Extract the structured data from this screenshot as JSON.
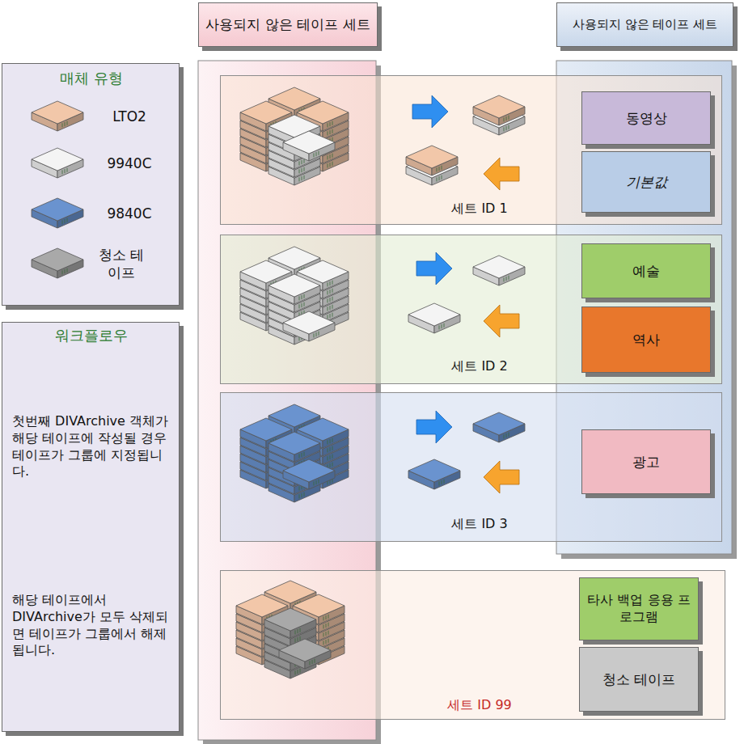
{
  "diagram": {
    "nodes": [
      {
        "text": [
          "매체 유형"
        ]
      },
      {
        "text": [
          "워크플로우",
          "첫번째 DIVArchive 객체가 해당 테이프에 작성될 경우 테이프가 그룹에 지정됩니다.",
          "해당 테이프에서 DIVArchive가 모두 삭제되면 테이프가 그룹에서 해제됩니다."
        ]
      },
      {
        "text": [
          "사용되지 않은 테이프 세트"
        ]
      },
      {
        "text": [
          "사용되지 않은 테이프 세트"
        ]
      },
      {
        "text": [
          "세트 ID 1"
        ]
      },
      {
        "text": [
          "동영상"
        ],
        "in": 4
      },
      {
        "text": [
          "기본값"
        ],
        "in": 4
      },
      {
        "text": [
          "세트 ID 2"
        ]
      },
      {
        "text": [
          "예술"
        ],
        "in": 7
      },
      {
        "text": [
          "역사"
        ],
        "in": 7
      },
      {
        "text": [
          "세트 ID 3"
        ]
      },
      {
        "text": [
          "광고"
        ],
        "in": 10
      },
      {
        "text": [
          "세트 ID 99"
        ]
      },
      {
        "text": [
          "타사 백업 응용 프로그램"
        ],
        "in": 12
      },
      {
        "text": [
          "청소 테이프"
        ],
        "in": 12
      }
    ],
    "legend": [
      {
        "text": "LTO2",
        "color": "#f2c7a9"
      },
      {
        "text": "9940C",
        "color": "#f4f4f4"
      },
      {
        "text": "9840C",
        "color": "#6a93cf"
      },
      {
        "text": "청소 테이프",
        "color": "#a9a9a9"
      }
    ]
  }
}
